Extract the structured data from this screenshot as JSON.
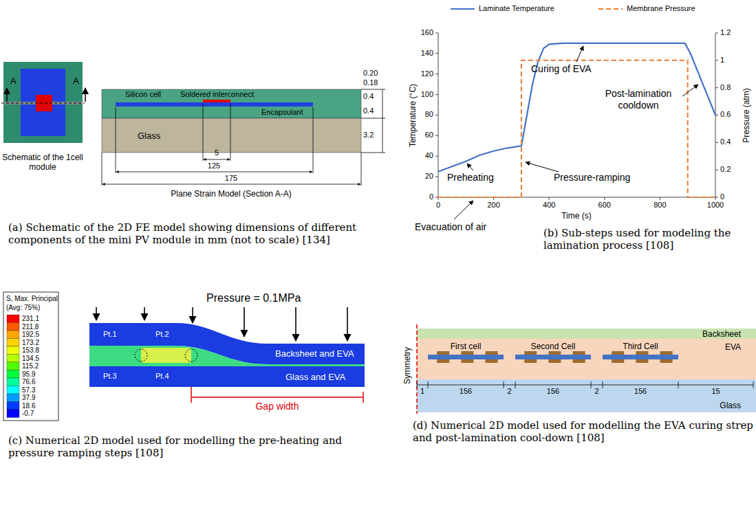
{
  "diagram": {
    "nodes": [
      {
        "text": [
          "Backsheet"
        ]
      },
      {
        "text": [
          "EVA"
        ]
      },
      {
        "text": [
          "Glass"
        ]
      }
    ],
    "labels": [
      "A",
      "A",
      "Schematic of the 1cell module",
      "Silicon cell",
      "Soldered interconnect",
      "Encapsulant",
      "Glass",
      "0.20",
      "0.18",
      "0.4",
      "0.4",
      "3.2",
      "5",
      "125",
      "175",
      "Plane Strain Model (Section A-A)",
      "(a) Schematic of the 2D FE model showing dimensions of different components of the mini PV module in mm (not to scale) [134]",
      "Temperature (°C)",
      "0",
      "20",
      "40",
      "60",
      "80",
      "100",
      "120",
      "140",
      "160",
      "0",
      "0.2",
      "0.4",
      "0.6",
      "0.8",
      "1",
      "1.2",
      "0",
      "200",
      "400",
      "600",
      "800",
      "1000",
      "Time (s)",
      "Pressure (atm)",
      "Curing of EVA",
      "Post-lamination cooldown",
      "Preheating",
      "Pressure-ramping",
      "Evacuation of air",
      "(b) Sub-steps used for modeling the lamination process [108]",
      "S, Max. Principal",
      "(Avg: 75%)",
      "231.1",
      "211.8",
      "192.5",
      "173.2",
      "153.8",
      "134.5",
      "115.2",
      "95.9",
      "76.6",
      "57.3",
      "37.9",
      "18.6",
      "-0.7",
      "Pressure = 0.1MPa",
      "Pt.1",
      "Pt.2",
      "Pt.3",
      "Pt.4",
      "Backsheet and EVA",
      "Glass and EVA",
      "Gap width",
      "(c) Numerical 2D model used for modelling the pre-heating and pressure ramping steps [108]",
      "Symmetry",
      "First cell",
      "Second Cell",
      "Third Cell",
      "1",
      "156",
      "2",
      "156",
      "2",
      "156",
      "15",
      "(d) Numerical 2D model used for modelling the EVA curing strep and post-lamination cool-down [108]"
    ],
    "legend": [
      {
        "text": "Laminate Temperature"
      },
      {
        "text": "Membrane Pressure"
      }
    ]
  }
}
